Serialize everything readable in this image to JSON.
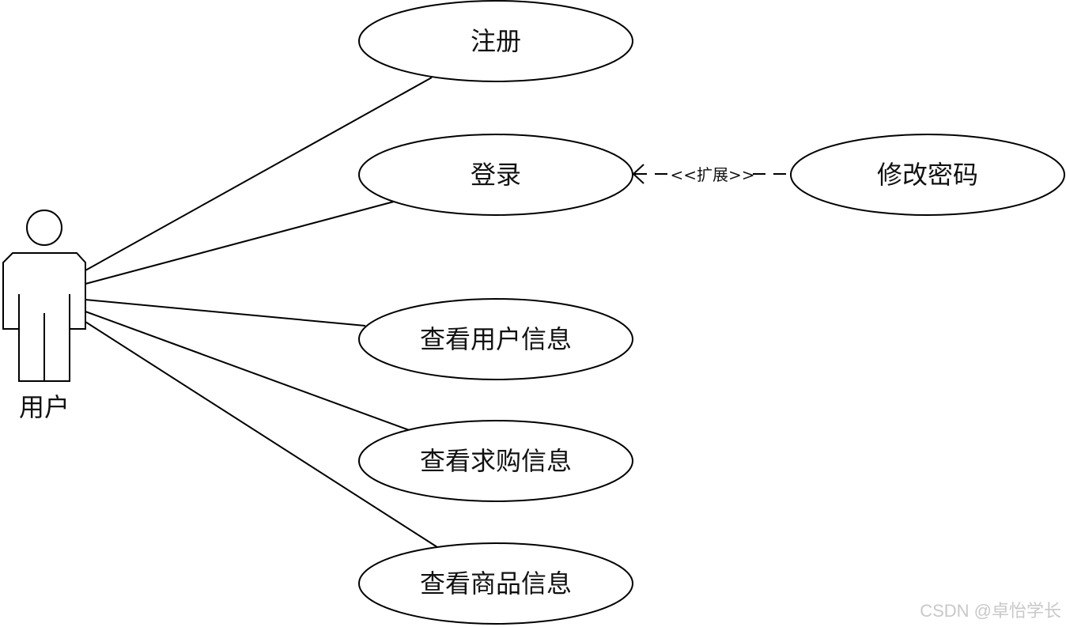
{
  "actor": {
    "label": "用户"
  },
  "use_cases": [
    {
      "id": "register",
      "label": "注册"
    },
    {
      "id": "login",
      "label": "登录"
    },
    {
      "id": "view-user-info",
      "label": "查看用户信息"
    },
    {
      "id": "view-purchase-info",
      "label": "查看求购信息"
    },
    {
      "id": "view-product-info",
      "label": "查看商品信息"
    },
    {
      "id": "change-password",
      "label": "修改密码"
    }
  ],
  "associations": [
    {
      "from": "actor",
      "to": "register"
    },
    {
      "from": "actor",
      "to": "login"
    },
    {
      "from": "actor",
      "to": "view-user-info"
    },
    {
      "from": "actor",
      "to": "view-purchase-info"
    },
    {
      "from": "actor",
      "to": "view-product-info"
    }
  ],
  "extend": {
    "from": "change-password",
    "to": "login",
    "label": "<<扩展>>"
  },
  "watermark": "CSDN @卓怡学长"
}
